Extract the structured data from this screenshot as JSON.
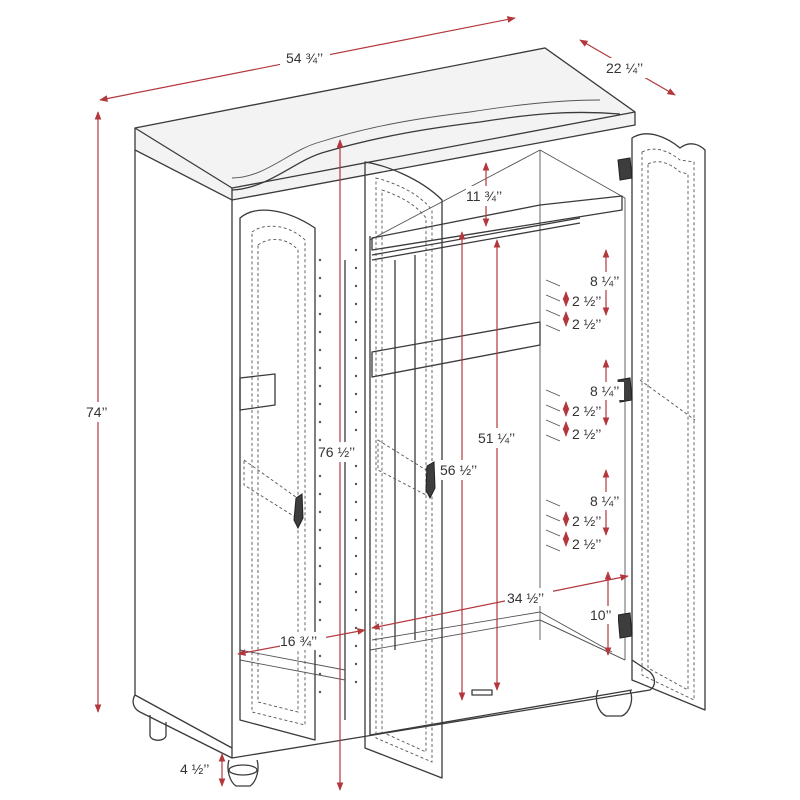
{
  "colors": {
    "dimension": "#b3373d",
    "outline": "#3a3a3a",
    "label": "#333333"
  },
  "dimensions": {
    "overall_width": "54 ¾’’",
    "overall_depth": "22 ¼’’",
    "overall_height": "74’’",
    "inner_height": "76 ½’’",
    "rod_clearance": "11 ¾’’",
    "center_height": "56 ½’’",
    "hanging_height": "51 ¼’’",
    "side_width": "16 ¾’’",
    "center_width": "34 ½’’",
    "bottom_shelf": "10’’",
    "leg_height": "4 ½’’"
  },
  "shelf_pin_groups": [
    {
      "spacing": "8 ¼’’",
      "first": "2 ½’’",
      "second": "2 ½’’"
    },
    {
      "spacing": "8 ¼’’",
      "first": "2 ½’’",
      "second": "2 ½’’"
    },
    {
      "spacing": "8 ¼’’",
      "first": "2 ½’’",
      "second": "2 ½’’"
    }
  ]
}
